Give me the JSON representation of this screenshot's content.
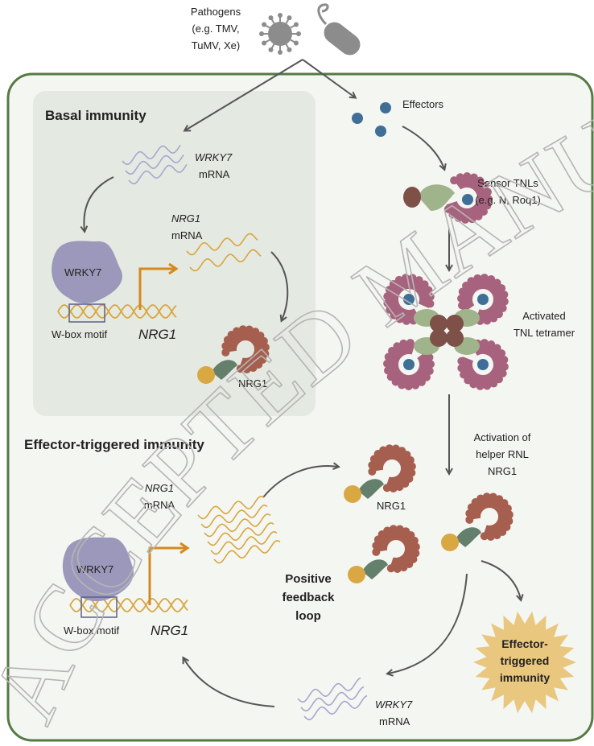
{
  "pathogens": {
    "lines": [
      "Pathogens",
      "(e.g. TMV,",
      "TuMV, Xe)"
    ]
  },
  "basal": {
    "title": "Basal immunity",
    "wrky7_mrna": {
      "gene": "WRKY7",
      "suffix": "mRNA"
    },
    "nrg1_mrna": {
      "gene": "NRG1",
      "suffix": "mRNA"
    },
    "wrky7_protein": "WRKY7",
    "wbox": "W-box motif",
    "nrg1_gene": "NRG1",
    "nrg1_protein": "NRG1"
  },
  "effectors": "Effectors",
  "sensor": {
    "lines": [
      "Sensor TNLs",
      "(e.g. N, Roq1)"
    ]
  },
  "tetramer": {
    "lines": [
      "Activated",
      "TNL tetramer"
    ]
  },
  "activation": {
    "lines": [
      "Activation of",
      "helper RNL",
      "NRG1"
    ]
  },
  "eti": {
    "title": "Effector-triggered immunity",
    "nrg1_mrna": {
      "gene": "NRG1",
      "suffix": "mRNA"
    },
    "wrky7_protein": "WRKY7",
    "wbox": "W-box motif",
    "nrg1_gene": "NRG1",
    "nrg1_protein": "NRG1",
    "feedback": [
      "Positive",
      "feedback",
      "loop"
    ],
    "wrky7_mrna": {
      "gene": "WRKY7",
      "suffix": "mRNA"
    },
    "outcome": [
      "Effector-",
      "triggered",
      "immunity"
    ]
  },
  "watermark": "ACCEPTED MANUSCRIPT",
  "colors": {
    "cell_border": "#557a44",
    "cell_fill": "#f4f6f2",
    "basal_fill": "#e4e9e1",
    "wrky7": "#9b98bb",
    "wrky7_mrna": "#a9a6cf",
    "nrg1_mrna": "#d8a640",
    "promoter_arrow": "#d4891e",
    "tnl_lrr": "#a7627e",
    "tnl_nbd": "#9fb48a",
    "tnl_tir": "#7d5148",
    "effector": "#3f6e96",
    "nrg1_lrr": "#a65f4e",
    "nrg1_nbd": "#647f6b",
    "nrg1_cc": "#d9a843",
    "eti_burst": "#e9c77f",
    "pathogen": "#8c8c8c",
    "arrow": "#555555"
  }
}
